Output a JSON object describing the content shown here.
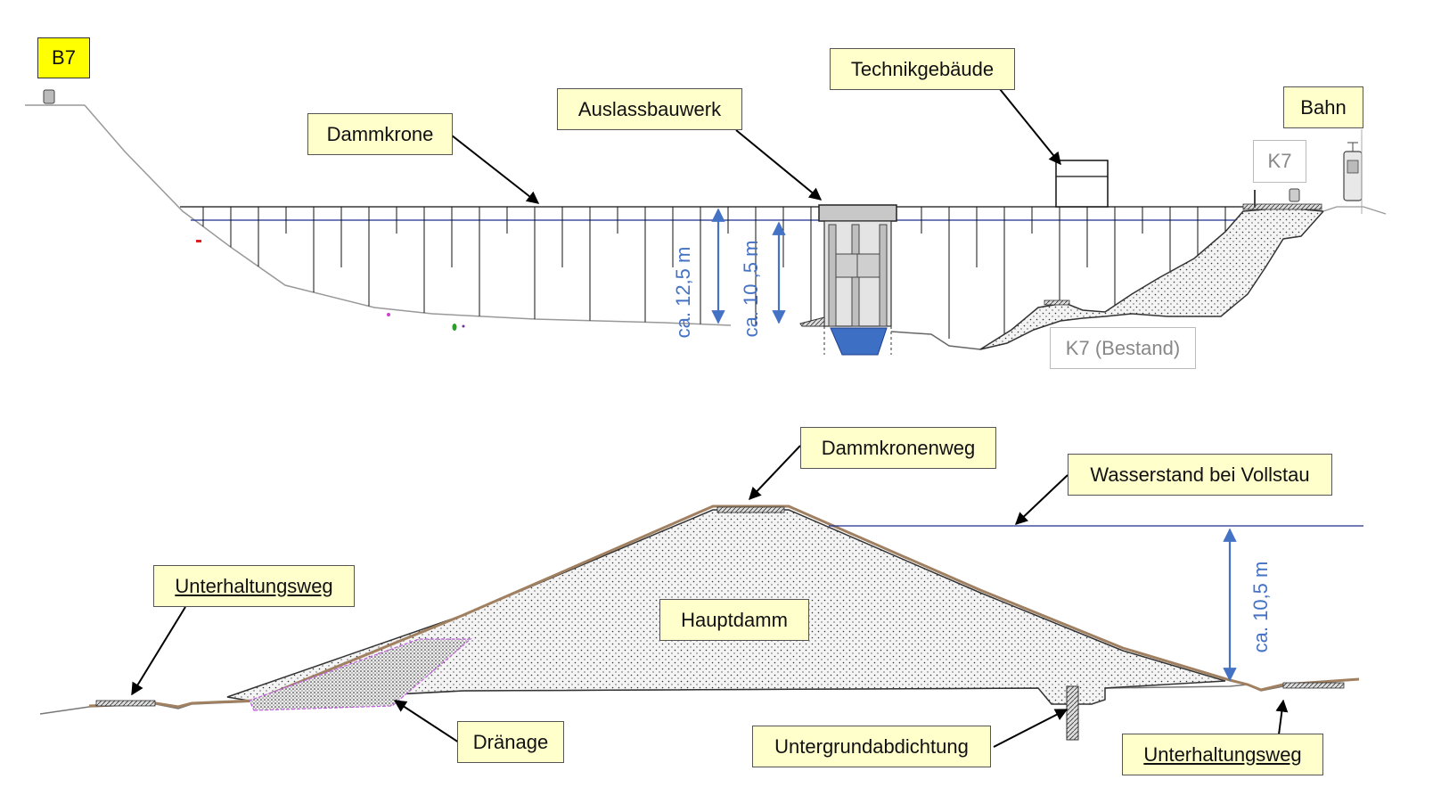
{
  "top_section": {
    "labels": {
      "b7": "B7",
      "dammkrone": "Dammkrone",
      "auslassbauwerk": "Auslassbauwerk",
      "technikgebaeude": "Technikgebäude",
      "bahn": "Bahn",
      "k7": "K7",
      "k7_bestand": "K7 (Bestand)"
    },
    "dimensions": {
      "height_total": "ca. 12,5 m",
      "height_water": "ca. 10 ,5 m"
    }
  },
  "bottom_section": {
    "labels": {
      "dammkronenweg": "Dammkronenweg",
      "wasserstand": "Wasserstand bei Vollstau",
      "unterhaltungsweg_left": "Unterhaltungsweg",
      "unterhaltungsweg_right": "Unterhaltungsweg",
      "hauptdamm": "Hauptdamm",
      "draenage": "Dränage",
      "untergrundabdichtung": "Untergrundabdichtung"
    },
    "dimensions": {
      "height_water": "ca. 10,5 m"
    }
  },
  "colors": {
    "water_line": "#1f2f8f",
    "dimension": "#4472c4",
    "label_fill": "#ffffcc",
    "b7_fill": "#ffff00",
    "outlet_base": "#3d6fc4",
    "dam_body": "#f0f0f0"
  }
}
